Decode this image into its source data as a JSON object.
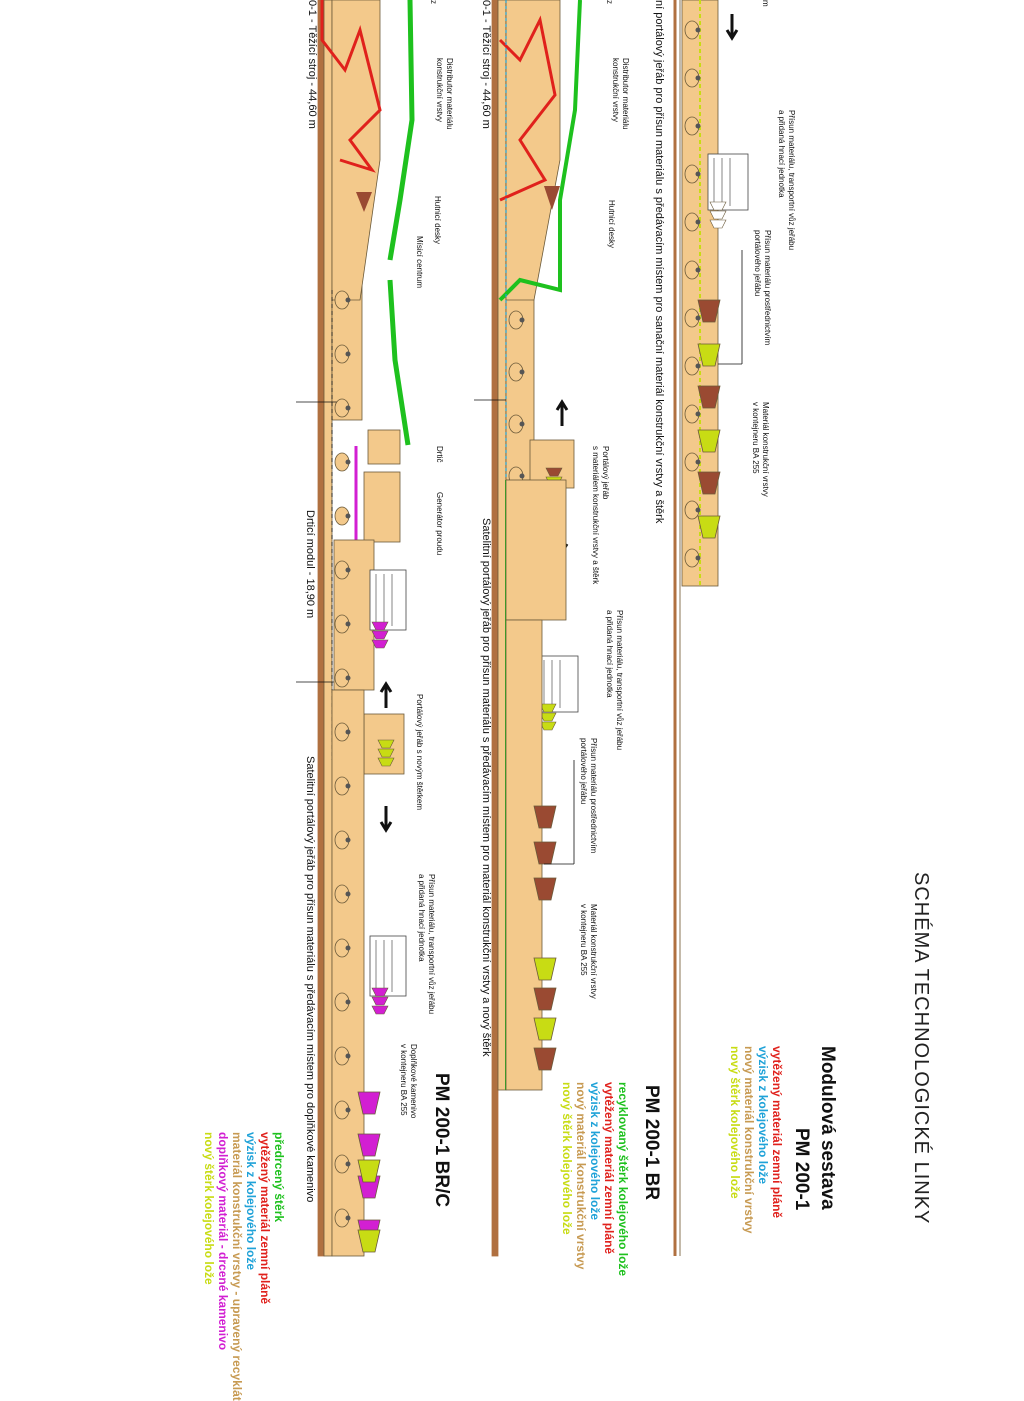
{
  "title": "SCHÉMA TECHNOLOGICKÉ LINKY",
  "colors": {
    "body": "#f3c98b",
    "outline": "#6b5a3a",
    "ground": "#b07040",
    "red": "#e0211c",
    "green": "#1ec11e",
    "magenta": "#d21fd2",
    "yellow": "#c8dc14",
    "brown": "#9a4a32",
    "cyan": "#1fa2d8",
    "orange": "#c79a52"
  },
  "section1": {
    "heading_line1": "Modulová sestava",
    "heading_line2": "PM 200-1",
    "legend": [
      {
        "text": "vytěžený materiál zemní pláně",
        "color": "#e0211c"
      },
      {
        "text": "výzisk z kolejového lože",
        "color": "#1fa2d8"
      },
      {
        "text": "nový materiál konstrukční vrstvy",
        "color": "#c79a52"
      },
      {
        "text": "nový štěrk kolejového lože",
        "color": "#c8dc14"
      }
    ],
    "labels": {
      "top_arrow": "m",
      "transport": "Přísun materiálu, transportní vůz jeřábu\na přidaná hnací jednotka",
      "intermediate": "Přísun materiálu prostřednictvím\nportálového jeřábu",
      "containers": "Materiál konstrukční vrstvy\nv kontejneru BA 255"
    }
  },
  "section2": {
    "heading": "PM 200-1 BR",
    "legend": [
      {
        "text": "recyklovaný štěrk kolejového lože",
        "color": "#1ec11e"
      },
      {
        "text": "vytěžený materiál zemní pláně",
        "color": "#e0211c"
      },
      {
        "text": "výzisk z kolejového lože",
        "color": "#1fa2d8"
      },
      {
        "text": "nový materiál konstrukční vrstvy",
        "color": "#c79a52"
      },
      {
        "text": "nový štěrk kolejového lože",
        "color": "#c8dc14"
      }
    ],
    "crane_caption": "ní portálový jeřáb pro přísun materiálu s předávacím místem pro sanační materiál konstrukční vrstvy a štěrk",
    "machine_caption": "0-1 - Těžící stroj - 44,60 m",
    "satellite_caption": "Satelitní portálový jeřáb pro přísun materiálu s předávacím místem pro materiál konstrukční vrstvy a nový štěrk",
    "labels": {
      "top_cut": "z",
      "distributor": "Distributor materiálu\nkonstrukční vrstvy",
      "compactor": "Hutnicí desky",
      "portal_crane": "Portálový jeřáb\ns materiálem konstrukční vrstvy a štěrk",
      "transport": "Přísun materiálu, transportní vůz jeřábu\na přidaná hnací jednotka",
      "intermediate": "Přísun materiálu prostřednictvím\nportálového jeřábu",
      "containers": "Materiál konstrukční vrstvy\nv kontejneru BA 255"
    }
  },
  "section3": {
    "heading": "PM 200-1 BR/C",
    "legend": [
      {
        "text": "předrcený štěrk",
        "color": "#1ec11e"
      },
      {
        "text": "vytěžený materiál zemní pláně",
        "color": "#e0211c"
      },
      {
        "text": "výzisk z kolejového lože",
        "color": "#1fa2d8"
      },
      {
        "text": "materiál konstrukční vrstvy - upravený recyklát",
        "color": "#c79a52"
      },
      {
        "text": "doplňkový materiál - drcené kamenivo",
        "color": "#d21fd2"
      },
      {
        "text": "nový štěrk kolejového lože",
        "color": "#c8dc14"
      }
    ],
    "machine_caption": "0-1 - Těžící stroj - 44,60 m",
    "crusher_caption": "Drticí modul - 18,90 m",
    "satellite_caption": "Satelitní portálový jeřáb pro přísun materiálu s předávacím místem pro doplňkové kamenivo",
    "labels": {
      "top_cut": "z",
      "distributor": "Distributor materiálu\nkonstrukční vrstvy",
      "compactor": "Hutnicí desky",
      "mixing": "Mísicí centrum",
      "crusher": "Drtič",
      "generator": "Generátor proudu",
      "portal_crane": "Portálový jeřáb s novým štěrkem",
      "transport": "Přísun materiálu, transportní vůz jeřábu\na přidaná hnací jednotka",
      "containers": "Doplňkové kamenivo\nv kontejneru BA 255"
    }
  }
}
